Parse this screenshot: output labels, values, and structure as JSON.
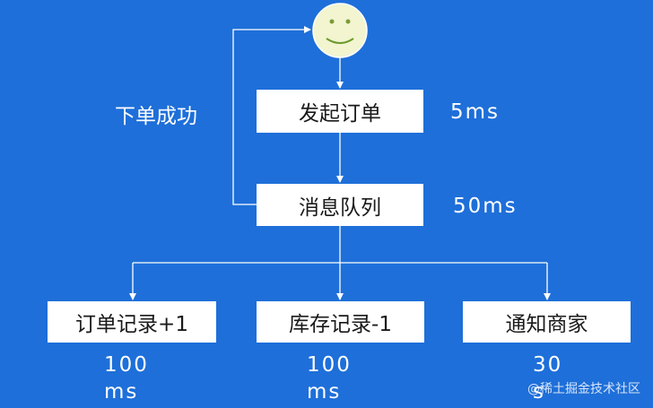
{
  "diagram": {
    "start_icon": "smiley-face-icon",
    "loop_label": "下单成功",
    "nodes": {
      "create_order": "发起订单",
      "message_queue": "消息队列",
      "order_record": "订单记录+1",
      "inventory_record": "库存记录-1",
      "notify_merchant": "通知商家"
    },
    "timings": {
      "create_order": "5ms",
      "message_queue": "50ms",
      "order_record": "100ms",
      "inventory_record": "100ms",
      "notify_merchant": "30s"
    }
  },
  "watermark": "@稀土掘金技术社区",
  "colors": {
    "background": "#1e6fd9",
    "node_fill": "#ffffff",
    "line": "#ffffff",
    "face": "#f2f5cf"
  }
}
